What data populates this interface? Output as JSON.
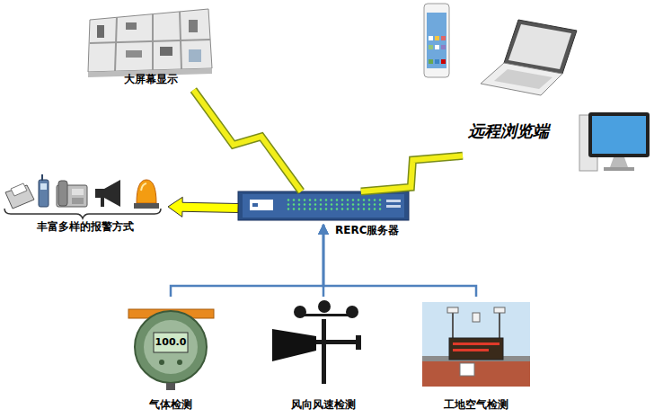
{
  "diagram": {
    "nodes": [
      {
        "text": [
          "大屏幕显示"
        ]
      },
      {
        "text": [
          "远程浏览端"
        ]
      },
      {
        "text": [
          "丰富多样的报警方式"
        ]
      },
      {
        "text": [
          "RERC服务器"
        ]
      },
      {
        "text": [
          "气体检测"
        ]
      },
      {
        "text": [
          "风向风速检测"
        ]
      },
      {
        "text": [
          "工地空气检测"
        ]
      }
    ],
    "edges": [
      {
        "from": 3,
        "to": 0,
        "arrow": "none"
      },
      {
        "from": 3,
        "to": 1,
        "arrow": "none"
      },
      {
        "from": 3,
        "to": 2,
        "arrow": "to"
      },
      {
        "from": 4,
        "to": 3,
        "arrow": "to"
      },
      {
        "from": 5,
        "to": 3,
        "arrow": "to"
      },
      {
        "from": 6,
        "to": 3,
        "arrow": "to"
      }
    ],
    "labels": [
      "100.0"
    ]
  }
}
